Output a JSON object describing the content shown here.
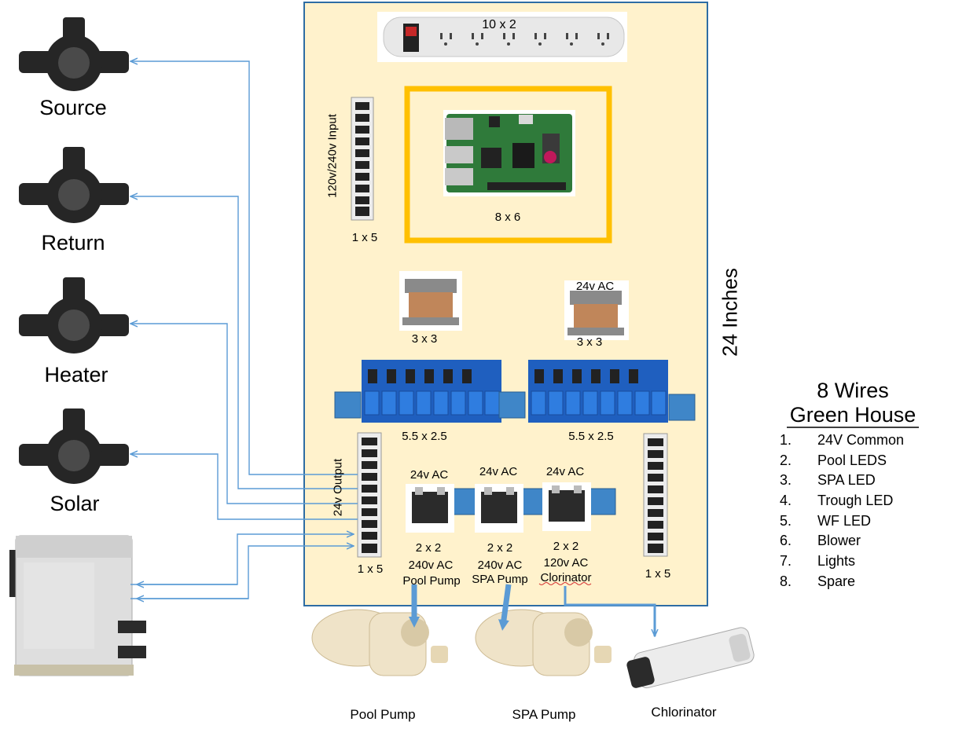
{
  "valves": [
    {
      "label": "Source"
    },
    {
      "label": "Return"
    },
    {
      "label": "Heater"
    },
    {
      "label": "Solar"
    }
  ],
  "panel": {
    "height_label": "24 Inches",
    "power_strip": {
      "label": "10 x 2"
    },
    "input_block": {
      "label": "1 x 5",
      "caption": "120v/240v Input"
    },
    "controller": {
      "label": "8 x 6"
    },
    "transformer_left": {
      "label": "3 x 3"
    },
    "transformer_right": {
      "label": "3 x 3",
      "caption": "24v AC"
    },
    "relay_left": {
      "label": "5.5 x 2.5"
    },
    "relay_right": {
      "label": "5.5 x 2.5"
    },
    "output_block_left": {
      "label": "1 x 5",
      "caption": "24v Output"
    },
    "output_block_right": {
      "label": "1 x 5"
    },
    "contactors": [
      {
        "top": "24v AC",
        "size": "2 x 2",
        "volt": "240v AC",
        "load": "Pool Pump"
      },
      {
        "top": "24v AC",
        "size": "2 x 2",
        "volt": "240v AC",
        "load": "SPA Pump"
      },
      {
        "top": "24v AC",
        "size": "2 x 2",
        "volt": "120v AC",
        "load": "Clorinator"
      }
    ]
  },
  "equipment": {
    "pool_pump": "Pool Pump",
    "spa_pump": "SPA Pump",
    "chlorinator": "Chlorinator"
  },
  "legend": {
    "title_line1": "8 Wires",
    "title_line2": "Green House",
    "items": [
      {
        "num": "1.",
        "text": "24V Common"
      },
      {
        "num": "2.",
        "text": "Pool LEDS"
      },
      {
        "num": "3.",
        "text": "SPA LED"
      },
      {
        "num": "4.",
        "text": "Trough LED"
      },
      {
        "num": "5.",
        "text": "WF LED"
      },
      {
        "num": "6.",
        "text": "Blower"
      },
      {
        "num": "7.",
        "text": "Lights"
      },
      {
        "num": "8.",
        "text": "Spare"
      }
    ]
  },
  "colors": {
    "panel_fill": "#fff2cc",
    "panel_border": "#2e6da4",
    "wire": "#5b9bd5",
    "controller_frame": "#ffc000",
    "relay_board": "#1f5fbf",
    "blue_square": "#3f86c8"
  }
}
